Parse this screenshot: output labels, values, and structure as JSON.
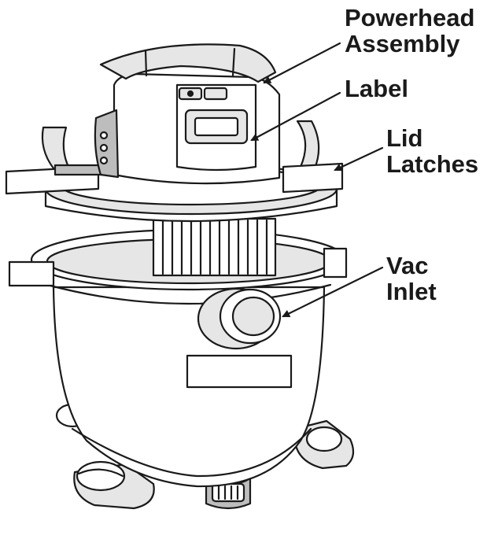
{
  "callouts": {
    "powerhead": {
      "line1": "Powerhead",
      "line2": "Assembly"
    },
    "label": {
      "line1": "Label"
    },
    "lid_latches": {
      "line1": "Lid",
      "line2": "Latches"
    },
    "vac_inlet": {
      "line1": "Vac",
      "line2": "Inlet"
    }
  },
  "colors": {
    "outline": "#1a1a1a",
    "fill_light": "#ffffff",
    "fill_shade": "#e6e6e6",
    "fill_dark": "#bdbdbd"
  }
}
